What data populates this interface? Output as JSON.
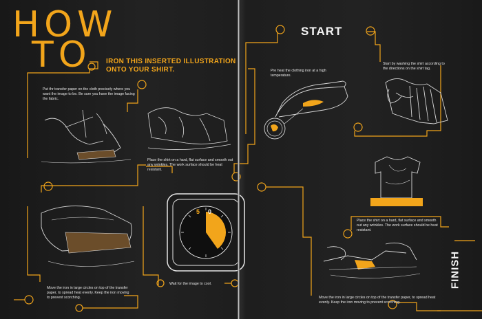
{
  "title": {
    "line1": "HOW",
    "line2": "TO"
  },
  "subtitle": {
    "line1": "IRON THIS INSERTED ILLUSTRATION",
    "line2": "ONTO YOUR SHIRT."
  },
  "start_label": "START",
  "finish_label": "FINISH",
  "steps": {
    "wash": "Start by washing the shirt according to the directions on the shirt tag.",
    "preheat": "Pre heat the clothing iron at a high temperature.",
    "place_shirt": "Place the shirt on a hard, flat surface and smooth out any wrinkles. The work surface should be heat resistant.",
    "transfer_right": "Move the iron in large circles on top of the transfer paper, to spread heat evenly. Keep the iron moving to prevent scorching.",
    "wait": "Wait for the image to cool.",
    "iron_circles_left": "Move the iron in large circles on top of the transfer paper, to spread heat evenly. Keep the iron moving to prevent scorching.",
    "place_shirt_left": "Place the shirt on a hard, flat surface and smooth out any wrinkles. The work surface should be heat resistant.",
    "put_paper": "Put thr transfer paper on the cloth precisely where you want the image to be. Be sure you have the image facing the fabric."
  },
  "timer": {
    "numeral_5": "5",
    "numeral_0": "0"
  },
  "colors": {
    "accent": "#f2a51b",
    "background": "#1e1e1e",
    "text": "#e8e8e8",
    "line_art": "#d9d9d9"
  }
}
